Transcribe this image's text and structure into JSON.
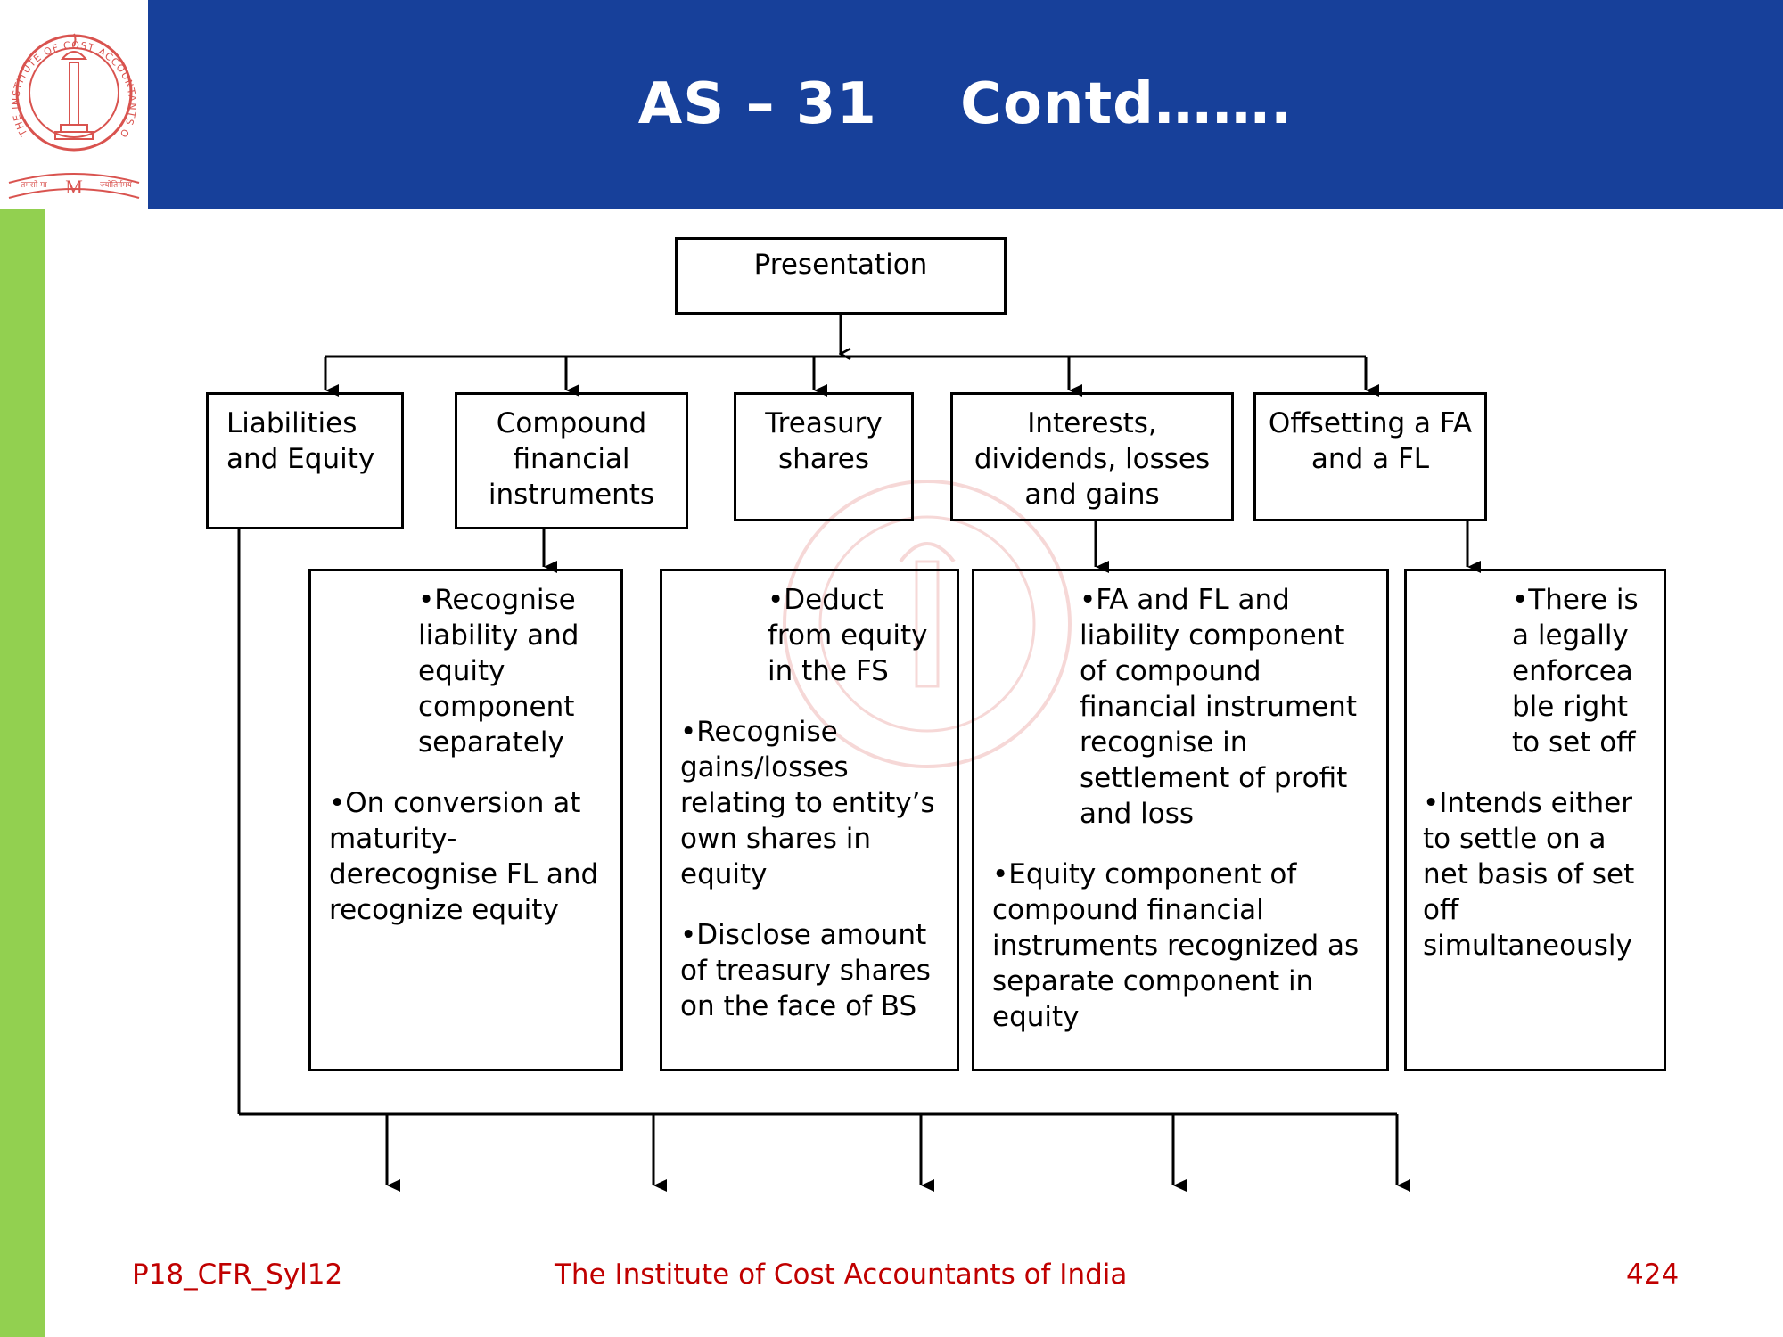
{
  "slide": {
    "title": "AS – 31    Contd……."
  },
  "logo": {
    "ring_text": "THE INSTITUTE OF COST ACCOUNTANTS OF INDIA",
    "motto_left": "तमसो मा",
    "motto_right": "ज्योतिर्गमय",
    "monogram": "M"
  },
  "diagram": {
    "root": "Presentation",
    "categories": [
      {
        "label": "Liabilities and Equity"
      },
      {
        "label": "Compound financial instruments"
      },
      {
        "label": "Treasury shares"
      },
      {
        "label": "Interests, dividends, losses and gains"
      },
      {
        "label": "Offsetting a FA and a FL"
      }
    ],
    "details": {
      "compound": [
        "•Recognise liability and equity component separately",
        "•On conversion at maturity- derecognise FL and recognize equity"
      ],
      "treasury": [
        "•Deduct from equity in the FS",
        "•Recognise gains/losses relating to entity’s own shares in equity",
        "•Disclose amount of treasury shares on the face of BS"
      ],
      "interest": [
        "•FA and FL and liability component of compound financial instrument recognise in settlement of profit and loss",
        "•Equity component of compound financial instruments recognized as separate component in equity"
      ],
      "offset": [
        "•There is a legally enforcea ble right to set off",
        "•Intends either to settle on a net basis of set off simultaneously"
      ]
    }
  },
  "footer": {
    "code": "P18_CFR_Syl12",
    "institute": "The Institute of Cost Accountants of India",
    "page": "424"
  },
  "colors": {
    "header_bg": "#17409a",
    "side_bar": "#92d050",
    "footer_text": "#c00000",
    "logo_red": "#d9534f"
  }
}
